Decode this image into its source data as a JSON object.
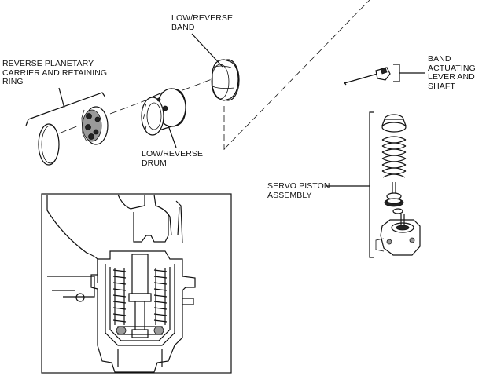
{
  "labels": {
    "low_reverse_band": "LOW/REVERSE\nBAND",
    "reverse_planetary": "REVERSE PLANETARY\nCARRIER AND RETAINING\nRING",
    "band_actuating": "BAND\nACTUATING\nLEVER AND\nSHAFT",
    "low_reverse_drum": "LOW/REVERSE\nDRUM",
    "servo_piston": "SERVO PISTON\nASSEMBLY"
  }
}
